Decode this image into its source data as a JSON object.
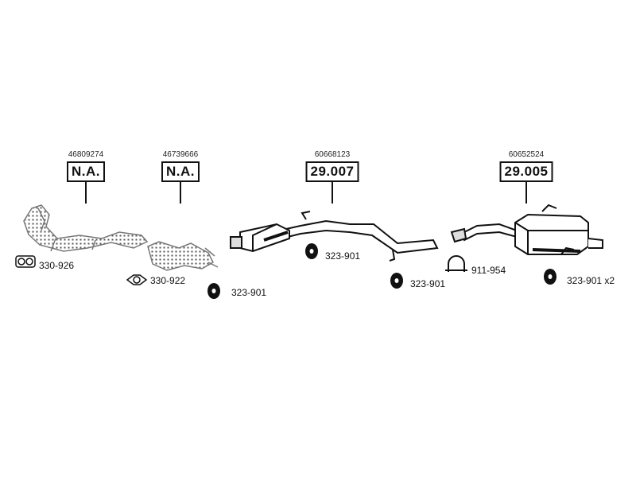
{
  "callouts": [
    {
      "part_no": "46809274",
      "ref": "N.A."
    },
    {
      "part_no": "46739666",
      "ref": "N.A."
    },
    {
      "part_no": "60668123",
      "ref": "29.007"
    },
    {
      "part_no": "60652524",
      "ref": "29.005"
    }
  ],
  "accessories": [
    {
      "code": "330-926"
    },
    {
      "code": "330-922"
    },
    {
      "code": "323-901"
    },
    {
      "code": "323-901"
    },
    {
      "code": "323-901"
    },
    {
      "code": "911-954"
    },
    {
      "code": "323-901 x2"
    }
  ],
  "icons": [
    "flange-gasket-icon",
    "ring-gasket-icon",
    "rubber-mount-icon",
    "u-clamp-icon",
    "exhaust-manifold-icon",
    "catalytic-converter-icon",
    "centre-silencer-icon",
    "rear-silencer-icon"
  ],
  "colors": {
    "line": "#111111",
    "fill": "#ffffff",
    "hatch": "#444444"
  }
}
